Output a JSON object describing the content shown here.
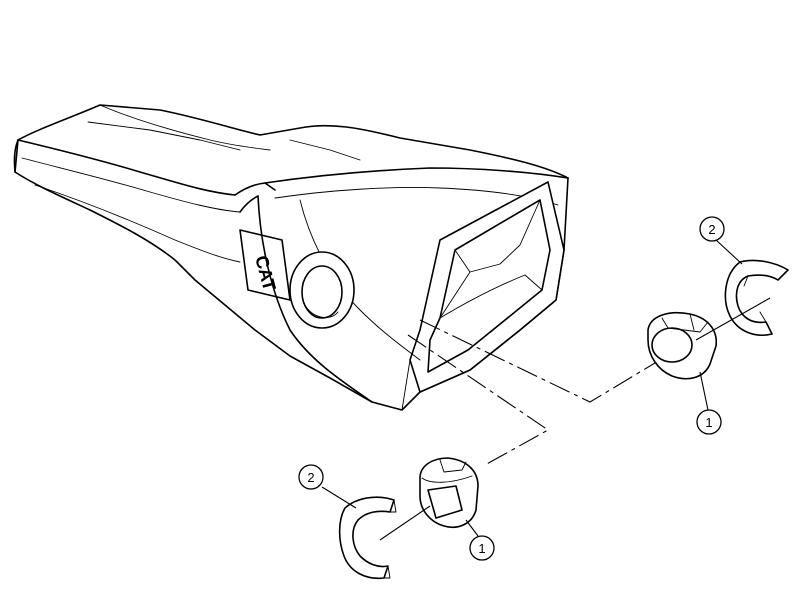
{
  "callouts": [
    {
      "id": "callout-2-top",
      "label": "2"
    },
    {
      "id": "callout-1-right",
      "label": "1"
    },
    {
      "id": "callout-2-bottom",
      "label": "2"
    },
    {
      "id": "callout-1-bottom",
      "label": "1"
    }
  ],
  "logo_text": "CAT"
}
